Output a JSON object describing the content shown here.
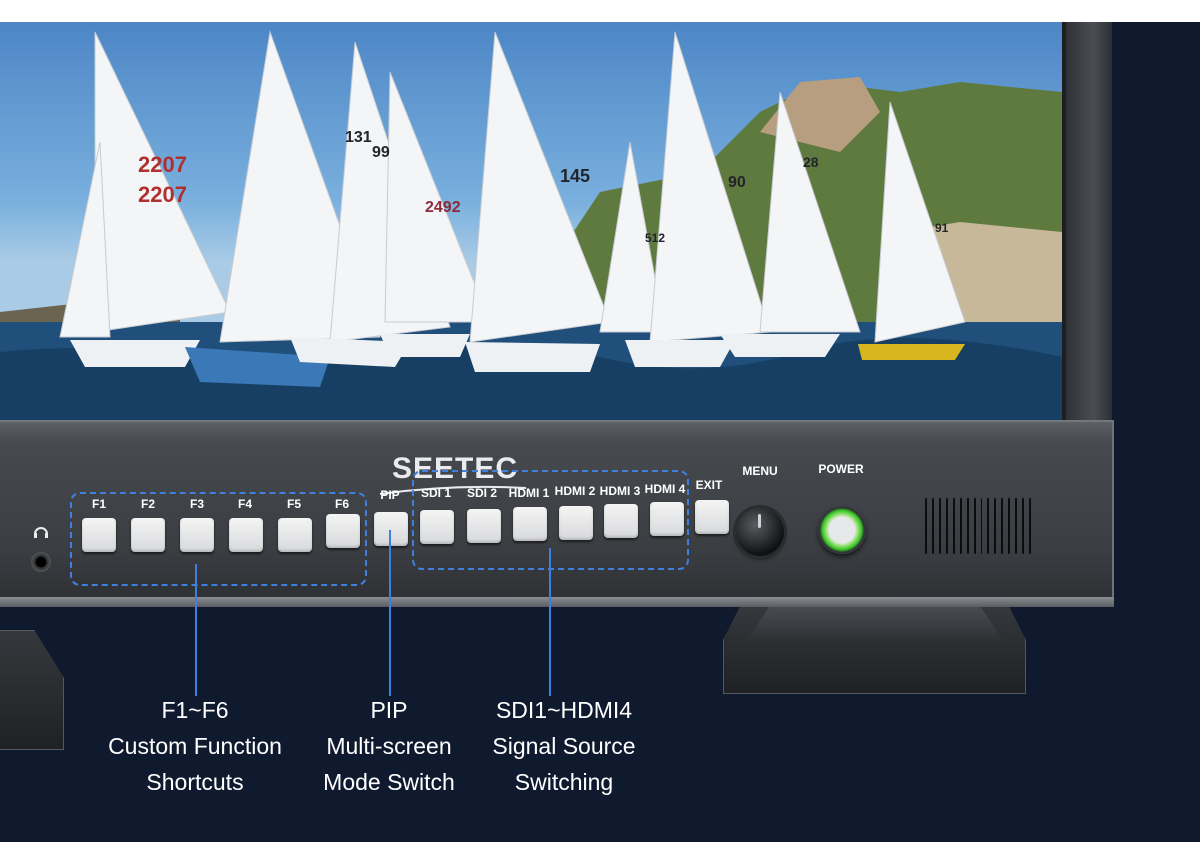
{
  "brand": {
    "logo_text": "SEETEC"
  },
  "panel": {
    "headphone_icon": "headphone-icon",
    "function_buttons": [
      {
        "label": "F1"
      },
      {
        "label": "F2"
      },
      {
        "label": "F3"
      },
      {
        "label": "F4"
      },
      {
        "label": "F5"
      },
      {
        "label": "F6"
      }
    ],
    "pip_button": {
      "label": "PIP"
    },
    "source_buttons": [
      {
        "label": "SDI 1"
      },
      {
        "label": "SDI 2"
      },
      {
        "label": "HDMI 1"
      },
      {
        "label": "HDMI 2"
      },
      {
        "label": "HDMI 3"
      },
      {
        "label": "HDMI 4"
      }
    ],
    "exit_button": {
      "label": "EXIT"
    },
    "menu_knob": {
      "label": "MENU"
    },
    "power_button": {
      "label": "POWER"
    }
  },
  "screen": {
    "sail_numbers": [
      "2207",
      "2207",
      "131",
      "99",
      "2492",
      "145",
      "90",
      "28",
      "512",
      "91"
    ]
  },
  "callouts": [
    {
      "line1": "F1~F6",
      "line2": "Custom Function",
      "line3": "Shortcuts"
    },
    {
      "line1": "PIP",
      "line2": "Multi-screen",
      "line3": "Mode Switch"
    },
    {
      "line1": "SDI1~HDMI4",
      "line2": "Signal Source",
      "line3": "Switching"
    }
  ],
  "colors": {
    "accent": "#3f7fe0",
    "power_ring": "#37c426",
    "background": "#0f1a2e"
  }
}
